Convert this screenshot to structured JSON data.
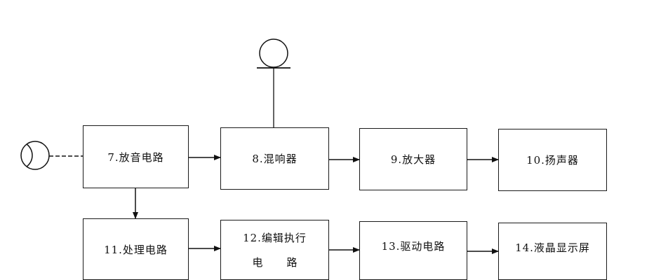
{
  "blocks": {
    "b7": "7.放音电路",
    "b8": "8.混响器",
    "b9": "9.放大器",
    "b10": "10.扬声器",
    "b11": "11.处理电路",
    "b12_line1": "12.编辑执行",
    "b12_line2": "电路",
    "b13": "13.驱动电路",
    "b14": "14.液晶显示屏"
  }
}
